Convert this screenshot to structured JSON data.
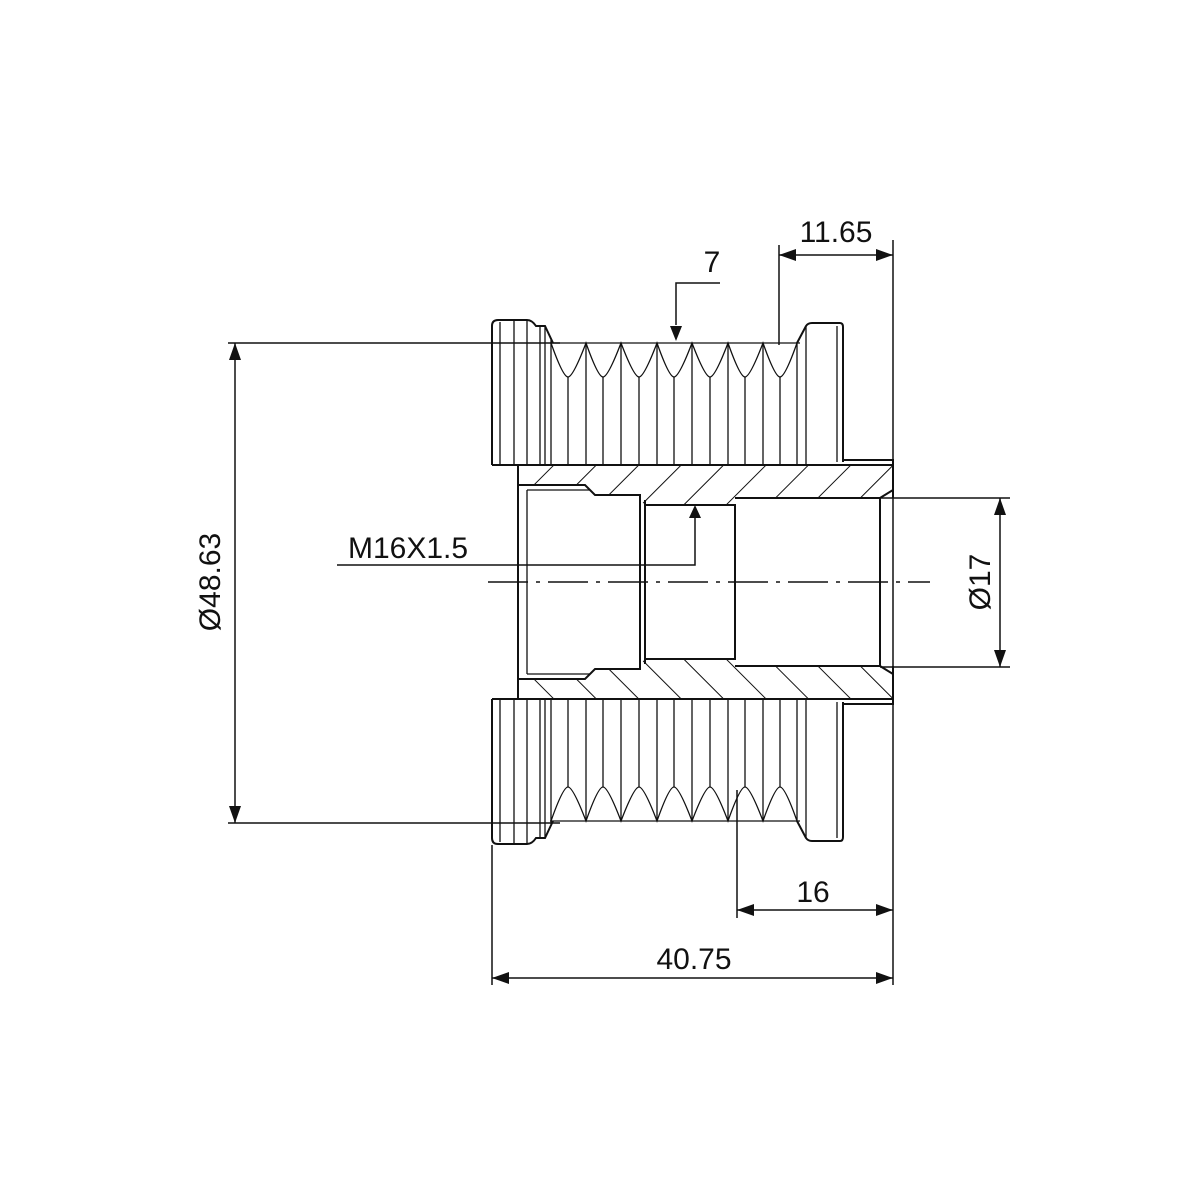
{
  "drawing": {
    "title": "Alternator pulley dimensional drawing",
    "dimensions": {
      "outer_diameter": "Ø48.63",
      "bore_diameter": "Ø17",
      "thread": "M16X1.5",
      "groove_count": "7",
      "flange_offset": "11.65",
      "bore_depth": "16",
      "overall_length": "40.75"
    }
  }
}
